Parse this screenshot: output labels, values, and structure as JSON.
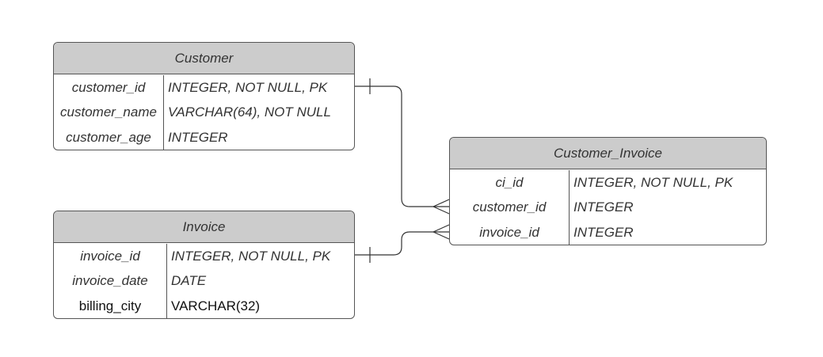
{
  "entities": {
    "customer": {
      "title": "Customer",
      "rows": [
        {
          "name": "customer_id",
          "type": "INTEGER, NOT NULL, PK"
        },
        {
          "name": "customer_name",
          "type": "VARCHAR(64), NOT NULL"
        },
        {
          "name": "customer_age",
          "type": "INTEGER"
        }
      ]
    },
    "invoice": {
      "title": "Invoice",
      "rows": [
        {
          "name": "invoice_id",
          "type": "INTEGER, NOT NULL, PK"
        },
        {
          "name": "invoice_date",
          "type": "DATE"
        },
        {
          "name": "billing_city",
          "type": "VARCHAR(32)"
        }
      ]
    },
    "customer_invoice": {
      "title": "Customer_Invoice",
      "rows": [
        {
          "name": "ci_id",
          "type": "INTEGER, NOT NULL, PK"
        },
        {
          "name": "customer_id",
          "type": "INTEGER"
        },
        {
          "name": "invoice_id",
          "type": "INTEGER"
        }
      ]
    }
  },
  "relationships": [
    {
      "from": "Customer.customer_id",
      "from_cardinality": "one",
      "to": "Customer_Invoice.customer_id",
      "to_cardinality": "many"
    },
    {
      "from": "Invoice.invoice_id",
      "from_cardinality": "one",
      "to": "Customer_Invoice.invoice_id",
      "to_cardinality": "many"
    }
  ],
  "colors": {
    "header_fill": "#cccccc",
    "border": "#555555",
    "text": "#333333"
  }
}
